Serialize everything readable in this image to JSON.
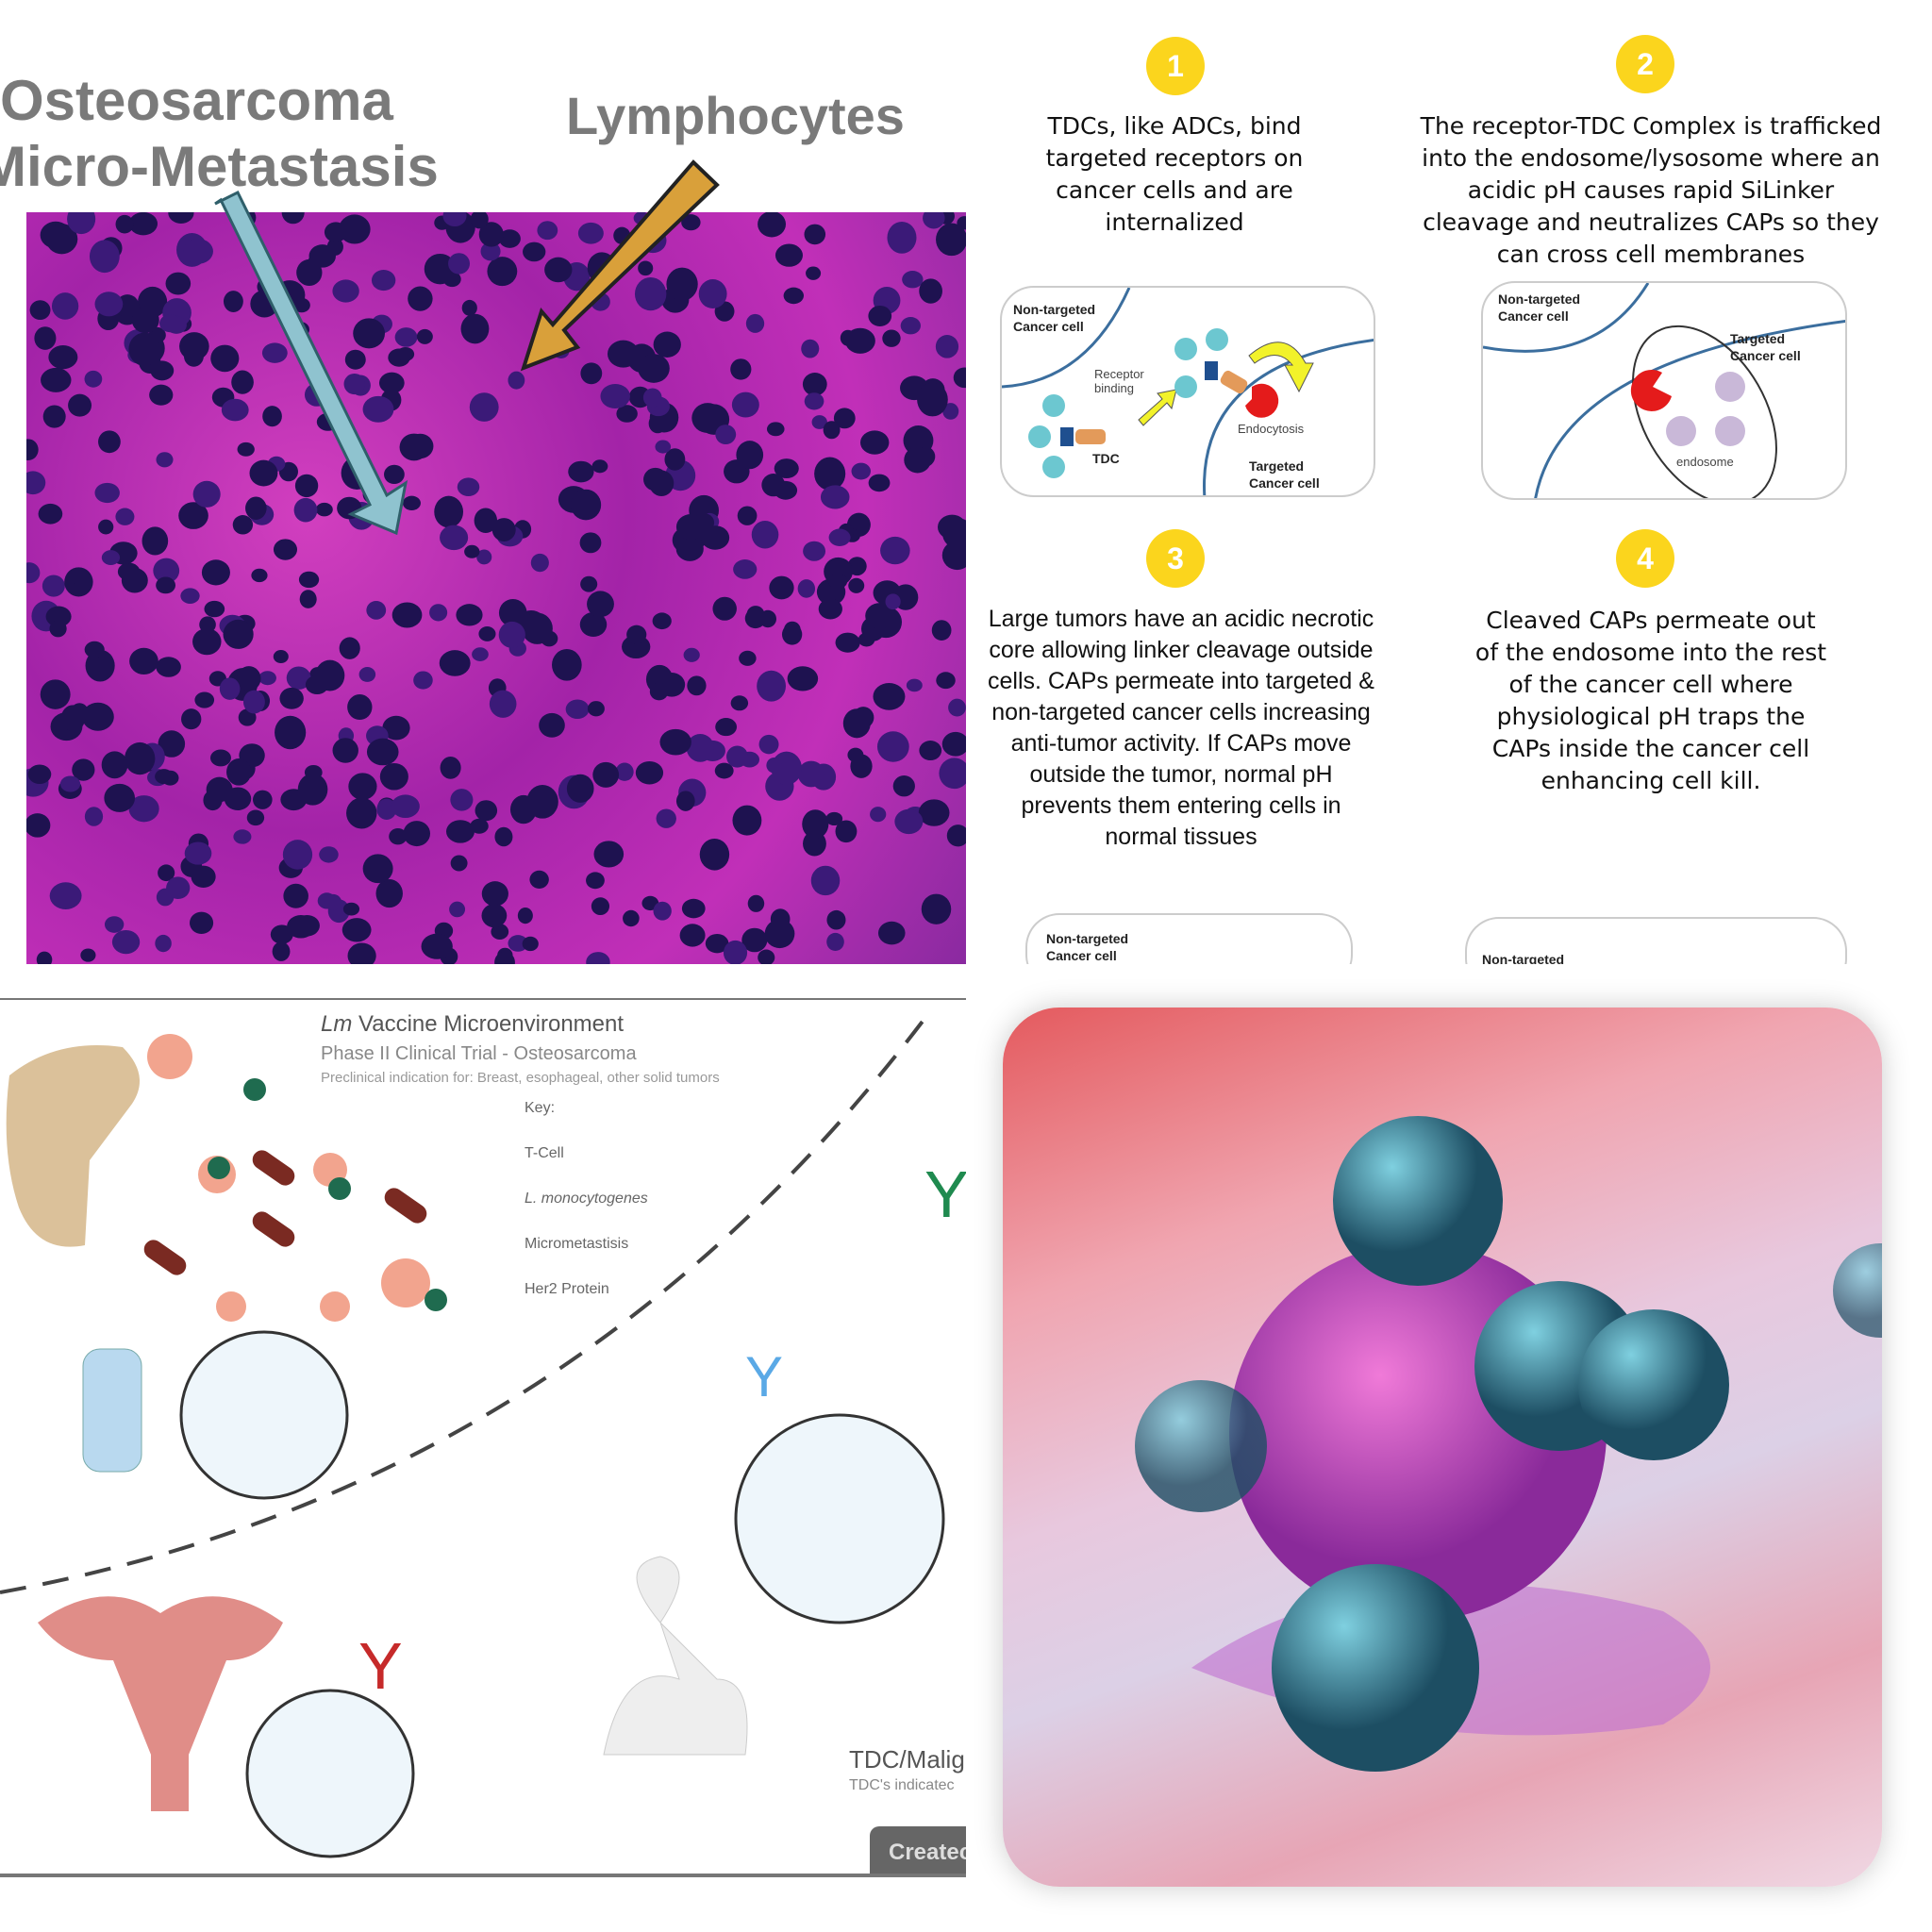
{
  "histology": {
    "title_line1": "Osteosarcoma",
    "title_line2": "Micro-Metastasis",
    "arrow_label": "Lymphocytes",
    "arrow_colors": {
      "blue": "#8fc3cf",
      "orange": "#d9a03a"
    }
  },
  "mechanism": {
    "steps": [
      {
        "number": "1",
        "text": "TDCs, like ADCs, bind targeted receptors on cancer cells and are internalized"
      },
      {
        "number": "2",
        "text": "The receptor-TDC Complex is trafficked into the endosome/lysosome where an acidic pH causes rapid SiLinker cleavage and neutralizes CAPs so they can cross cell membranes"
      },
      {
        "number": "3",
        "text": "Large tumors have an acidic necrotic core allowing linker cleavage outside cells. CAPs permeate into targeted & non-targeted cancer cells increasing anti-tumor activity. If CAPs move outside the tumor, normal pH prevents them entering cells in normal tissues"
      },
      {
        "number": "4",
        "text": "Cleaved CAPs permeate out of the endosome into the rest of the cancer cell where physiological pH traps the CAPs inside the cancer cell enhancing cell kill."
      }
    ],
    "diagram1": {
      "non_targeted": "Non-targeted Cancer cell",
      "receptor": "Receptor binding",
      "tdc": "TDC",
      "endocytosis": "Endocytosis",
      "targeted": "Targeted Cancer cell"
    },
    "diagram2": {
      "non_targeted": "Non-targeted Cancer cell",
      "targeted": "Targeted Cancer cell",
      "endosome": "endosome"
    },
    "diagram3": {
      "non_targeted": "Non-targeted Cancer cell"
    },
    "diagram4": {
      "non_targeted": "Non-targeted"
    },
    "accent": "#fbd51d"
  },
  "vaccine": {
    "title_italic": "Lm",
    "title": "Vaccine Microenvironment",
    "subtitle": "Phase II Clinical Trial - Osteosarcoma",
    "note": "Preclinical indication for: Breast, esophageal, other solid tumors",
    "key_label": "Key:",
    "key": [
      "T-Cell",
      "L. monocytogenes",
      "Micrometastisis",
      "Her2 Protein"
    ],
    "corner_title": "TDC/Malig",
    "corner_sub": "TDC's indicatec",
    "created_button": "Createc"
  }
}
